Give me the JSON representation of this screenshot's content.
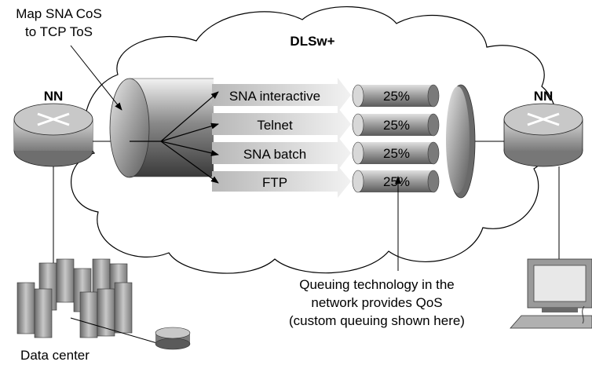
{
  "title": "DLSw+",
  "annotation_top_left": [
    "Map SNA CoS",
    "to TCP ToS"
  ],
  "left_node_label": "NN",
  "right_node_label": "NN",
  "traffic_classes": [
    "SNA interactive",
    "Telnet",
    "SNA batch",
    "FTP"
  ],
  "queue_shares": [
    "25%",
    "25%",
    "25%",
    "25%"
  ],
  "caption": [
    "Queuing technology in the",
    "network provides QoS",
    "(custom queuing shown here)"
  ],
  "data_center_label": "Data center",
  "colors": {
    "arrow_fill": "#d0d0d0",
    "router_body": "#b8b8b8",
    "cloud_outline": "#000000"
  }
}
